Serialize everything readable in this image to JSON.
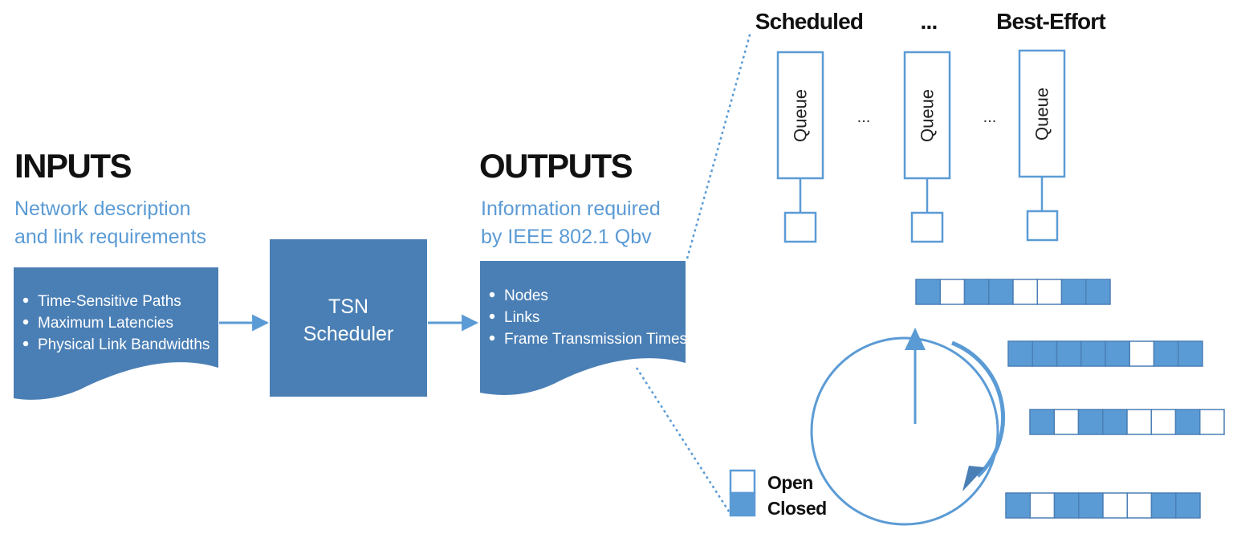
{
  "inputs": {
    "title": "INPUTS",
    "subtitle_lines": [
      "Network description",
      "and link requirements"
    ],
    "items": [
      "Time-Sensitive Paths",
      "Maximum Latencies",
      "Physical Link Bandwidths"
    ]
  },
  "scheduler": {
    "label_lines": [
      "TSN",
      "Scheduler"
    ]
  },
  "outputs": {
    "title": "OUTPUTS",
    "subtitle_lines": [
      "Information required",
      "by IEEE 802.1 Qbv"
    ],
    "items": [
      "Nodes",
      "Links",
      "Frame Transmission Times"
    ]
  },
  "queues": {
    "column_labels": [
      "Scheduled",
      "...",
      "Best-Effort"
    ],
    "queue_label": "Queue",
    "ellipsis": "..."
  },
  "gate_rows": [
    [
      "closed",
      "open",
      "closed",
      "closed",
      "open",
      "open",
      "closed",
      "closed"
    ],
    [
      "closed",
      "closed",
      "closed",
      "closed",
      "closed",
      "open",
      "closed",
      "closed"
    ],
    [
      "closed",
      "open",
      "closed",
      "closed",
      "open",
      "open",
      "closed",
      "open"
    ],
    [
      "closed",
      "open",
      "closed",
      "closed",
      "open",
      "open",
      "closed",
      "closed"
    ]
  ],
  "legend": {
    "open_label": "Open",
    "closed_label": "Closed"
  },
  "colors": {
    "dark_blue": "#4a7fb5",
    "light_blue": "#5b9bd5",
    "line_blue": "#5b9bd5",
    "white": "#ffffff"
  }
}
